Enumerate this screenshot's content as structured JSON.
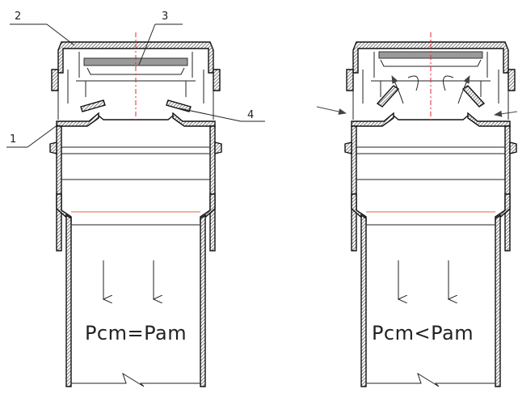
{
  "diagram": {
    "labels": {
      "part_1": "1",
      "part_2": "2",
      "part_3": "3",
      "part_4": "4"
    },
    "left_state": {
      "formula": "Pcm=Pam"
    },
    "right_state": {
      "formula": "Pcm<Pam"
    },
    "colors": {
      "outline": "#111111",
      "axis": "#e22233",
      "seam": "#e8826a",
      "gray_membrane": "#9a9a9a"
    }
  }
}
